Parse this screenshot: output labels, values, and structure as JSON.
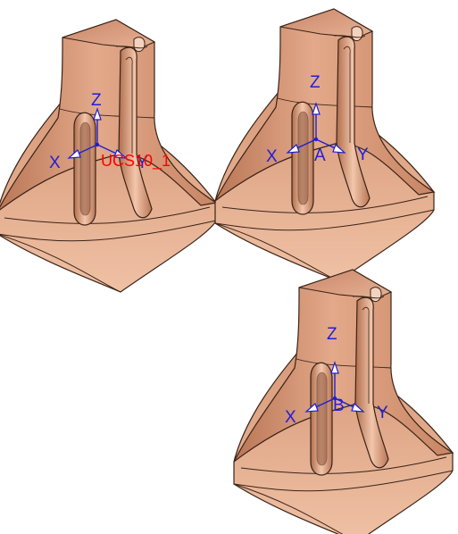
{
  "colors": {
    "copper_light": "#e8b091",
    "copper_mid": "#cf8e6b",
    "copper_dark": "#a86a4a",
    "edge": "#3a2418",
    "axis": "#1f1fd6",
    "ucs_label": "#ff0000"
  },
  "models": [
    {
      "axes": {
        "x": "X",
        "y": "Y",
        "z": "Z"
      },
      "origin_label": "",
      "ucs_name": "UCS10_1"
    },
    {
      "axes": {
        "x": "X",
        "y": "Y",
        "z": "Z"
      },
      "origin_label": "A",
      "ucs_name": ""
    },
    {
      "axes": {
        "x": "X",
        "y": "Y",
        "z": "Z"
      },
      "origin_label": "B",
      "ucs_name": ""
    }
  ]
}
